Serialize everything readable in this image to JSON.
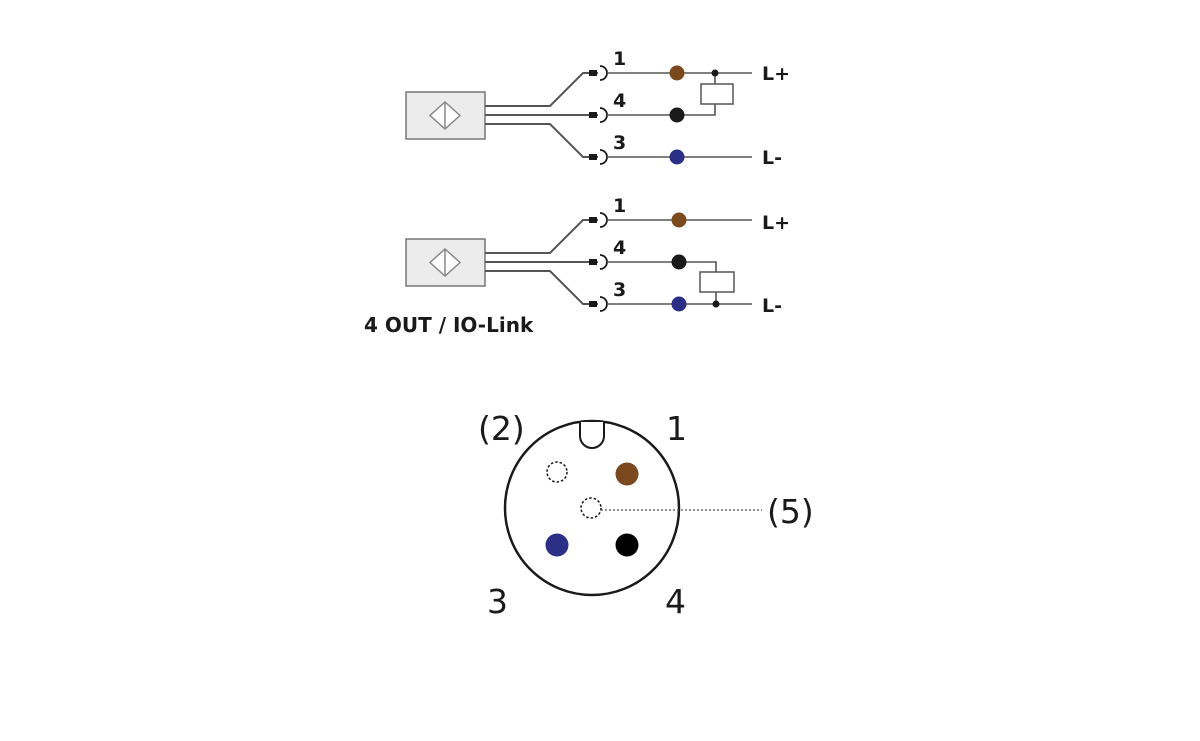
{
  "colors": {
    "brown": "#7a4a1e",
    "black": "#1a1a1a",
    "blue": "#2c2f86",
    "sensor_fill": "#ececec"
  },
  "wiring_top": {
    "pins": [
      {
        "number": "1",
        "color": "brown"
      },
      {
        "number": "4",
        "color": "black"
      },
      {
        "number": "3",
        "color": "blue"
      }
    ],
    "labels": {
      "plus": "L+",
      "minus": "L-"
    }
  },
  "wiring_bottom": {
    "pins": [
      {
        "number": "1",
        "color": "brown"
      },
      {
        "number": "4",
        "color": "black"
      },
      {
        "number": "3",
        "color": "blue"
      }
    ],
    "labels": {
      "plus": "L+",
      "minus": "L-"
    },
    "caption": "4 OUT / IO-Link"
  },
  "connector_face": {
    "labels": {
      "pin1": "1",
      "pin2": "(2)",
      "pin3": "3",
      "pin4": "4",
      "pin5": "(5)"
    }
  }
}
